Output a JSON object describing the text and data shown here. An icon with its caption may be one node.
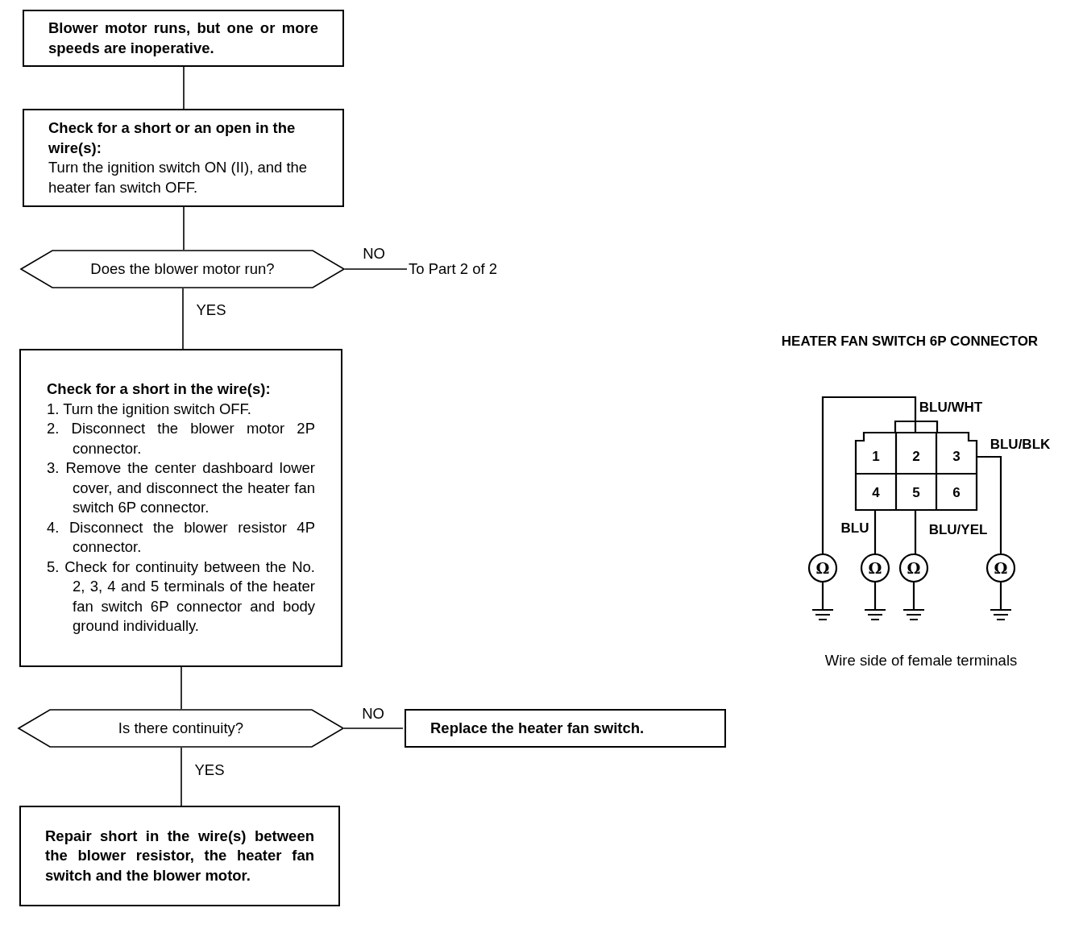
{
  "diagram": {
    "nodes": [
      {
        "text": [
          "Blower motor runs, but one or more speeds are inoperative."
        ]
      },
      {
        "text": [
          "Check for a short or an open in the wire(s):",
          "Turn the ignition switch ON (II), and the heater fan switch OFF."
        ]
      },
      {
        "text": [
          "Does the blower motor run?"
        ]
      },
      {
        "text": [
          "To Part 2 of 2"
        ]
      },
      {
        "text": [
          "Check for a short in the wire(s):",
          "1. Turn the ignition switch OFF.",
          "2. Disconnect the blower motor 2P connector.",
          "3. Remove the center dashboard lower cover, and disconnect the heater fan switch 6P connector.",
          "4. Disconnect the blower resistor 4P connector.",
          "5. Check for continuity between the No. 2, 3, 4 and 5 terminals of the heater fan switch 6P connector and body ground individually."
        ]
      },
      {
        "text": [
          "Is there continuity?"
        ]
      },
      {
        "text": [
          "Replace the heater fan switch."
        ]
      },
      {
        "text": [
          "Repair short in the wire(s) between the blower resistor, the heater fan switch and the blower motor."
        ]
      }
    ],
    "edges": [
      {
        "from": 0,
        "to": 1,
        "arrow": "none"
      },
      {
        "from": 1,
        "to": 2,
        "arrow": "none"
      },
      {
        "from": 2,
        "to": 3,
        "arrow": "none",
        "label": "NO"
      },
      {
        "from": 2,
        "to": 4,
        "arrow": "none",
        "label": "YES"
      },
      {
        "from": 4,
        "to": 5,
        "arrow": "none"
      },
      {
        "from": 5,
        "to": 6,
        "arrow": "none",
        "label": "NO"
      },
      {
        "from": 5,
        "to": 7,
        "arrow": "none",
        "label": "YES"
      }
    ],
    "labels": [
      "HEATER FAN SWITCH 6P CONNECTOR",
      "BLU/WHT",
      "1",
      "2",
      "3",
      "BLU/BLK",
      "4",
      "5",
      "6",
      "BLU",
      "BLU/YEL",
      "Ω",
      "Ω",
      "Ω",
      "Ω",
      "Wire side of female terminals"
    ]
  }
}
